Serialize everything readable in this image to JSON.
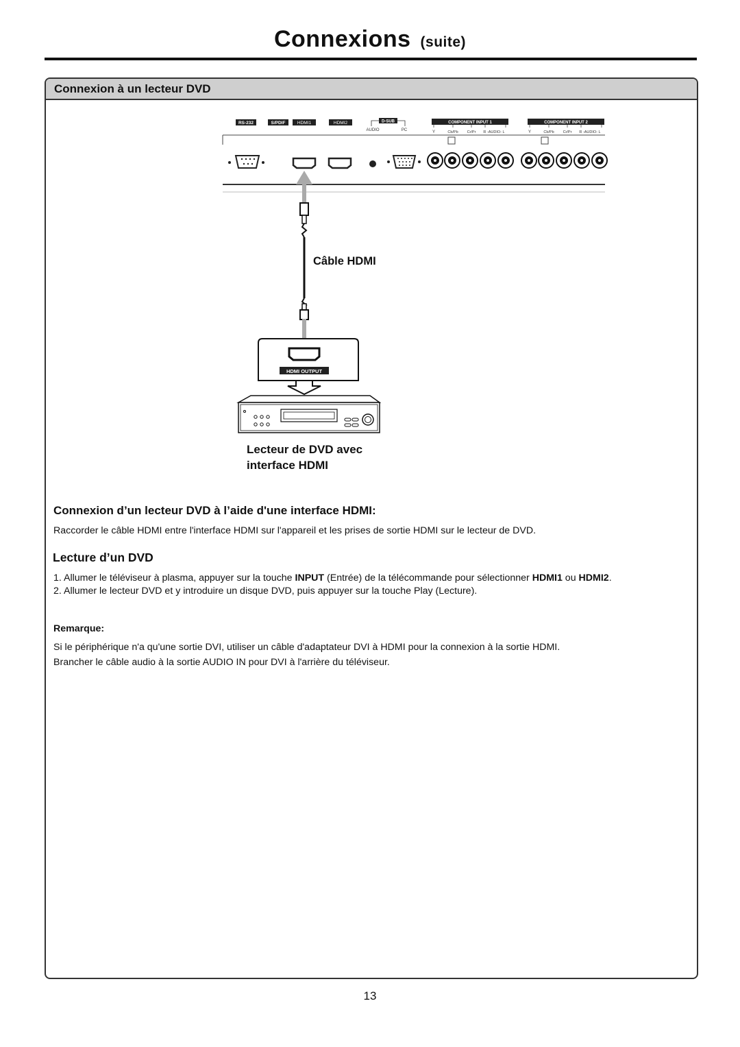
{
  "header": {
    "title": "Connexions",
    "subtitle": "(suite)"
  },
  "section": {
    "title": "Connexion à un lecteur DVD"
  },
  "diagram": {
    "port_labels": {
      "rs232": "RS-232",
      "spdif": "S/PDIF",
      "hdmi1": "HDMI1",
      "hdmi2": "HDMI2",
      "dsub": "D-SUB",
      "audio": "AUDIO",
      "pc": "PC",
      "component1": "COMPONENT INPUT 1",
      "component2": "COMPONENT INPUT 2",
      "y": "Y",
      "cbpb": "Cb/Pb",
      "crpr": "Cr/Pr",
      "r_audio_l": "R -AUDIO- L"
    },
    "cable_label": "Câble HDMI",
    "hdmi_output_label": "HDMI OUTPUT",
    "dvd_label_line1": "Lecteur de DVD avec",
    "dvd_label_line2": "interface HDMI"
  },
  "content": {
    "h1": "Connexion d’un lecteur DVD à l’aide d'une interface HDMI:",
    "p1": "Raccorder le câble HDMI entre l'interface HDMI sur l'appareil et les prises de sortie HDMI sur le lecteur de DVD.",
    "h2": "Lecture d’un DVD",
    "step1_pre": "1. Allumer le téléviseur à plasma, appuyer sur la touche ",
    "step1_input": "INPUT",
    "step1_mid": " (Entrée) de la télécommande pour sélectionner ",
    "step1_hdmi1": "HDMI1",
    "step1_or": " ou ",
    "step1_hdmi2": "HDMI2",
    "step1_end": ".",
    "step2": "2. Allumer le lecteur DVD et y introduire un disque DVD, puis appuyer sur la touche Play (Lecture).",
    "note_title": "Remarque:",
    "note_line1": "Si le périphérique n'a qu'une sortie DVI, utiliser un câble d'adaptateur DVI à HDMI pour la connexion à la sortie HDMI.",
    "note_line2": "Brancher le câble audio à la sortie AUDIO IN pour DVI à l'arrière du téléviseur."
  },
  "footer": {
    "page_number": "13"
  }
}
